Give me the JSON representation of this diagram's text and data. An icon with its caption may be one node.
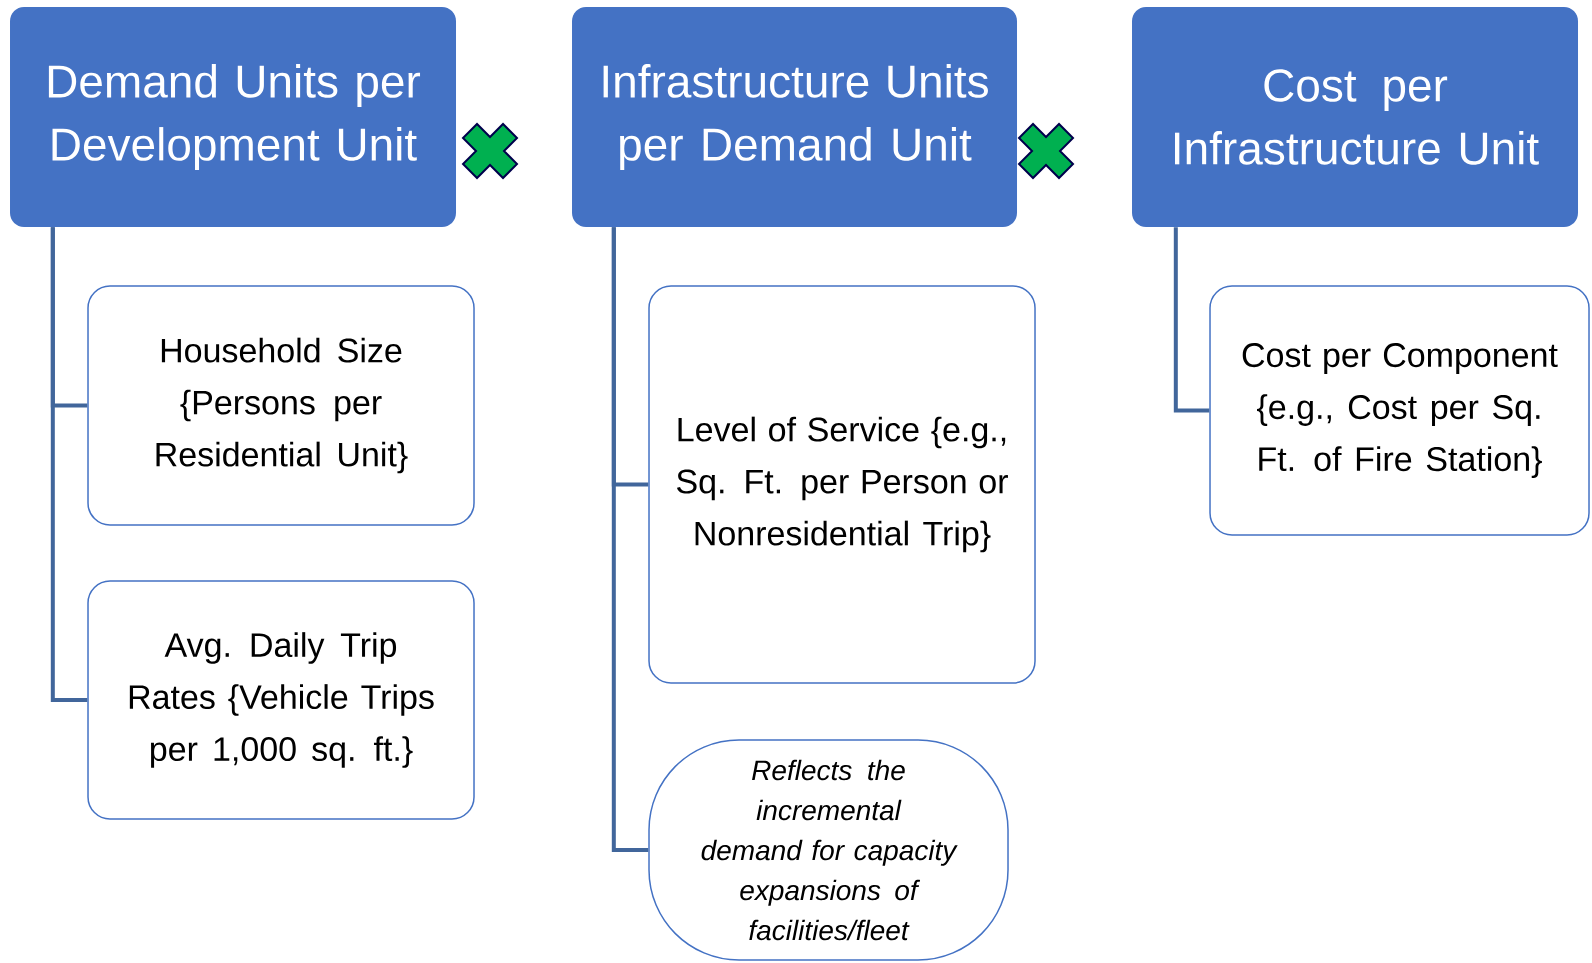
{
  "diagram": {
    "nodes": [
      {
        "text": [
          "Demand Units per Development Unit"
        ]
      },
      {
        "text": [
          "Infrastructure Units per Demand Unit"
        ]
      },
      {
        "text": [
          "Cost per Infrastructure Unit"
        ]
      },
      {
        "text": [
          "Household Size {Persons per Residential Unit}"
        ]
      },
      {
        "text": [
          "Avg. Daily Trip Rates {Vehicle Trips per 1,000 sq. ft.}"
        ]
      },
      {
        "text": [
          "Level of Service {e.g., Sq. Ft. per Person or Nonresidential Trip}"
        ]
      },
      {
        "text": [
          "Reflects the incremental demand for capacity expansions of facilities/fleet"
        ]
      },
      {
        "text": [
          "Cost per Component {e.g., Cost per Sq. Ft. of Fire Station}"
        ]
      }
    ],
    "edges": [
      {
        "from": 0,
        "to": 3,
        "arrow": "none"
      },
      {
        "from": 0,
        "to": 4,
        "arrow": "none"
      },
      {
        "from": 1,
        "to": 5,
        "arrow": "none"
      },
      {
        "from": 1,
        "to": 6,
        "arrow": "none"
      },
      {
        "from": 2,
        "to": 7,
        "arrow": "none"
      }
    ]
  }
}
